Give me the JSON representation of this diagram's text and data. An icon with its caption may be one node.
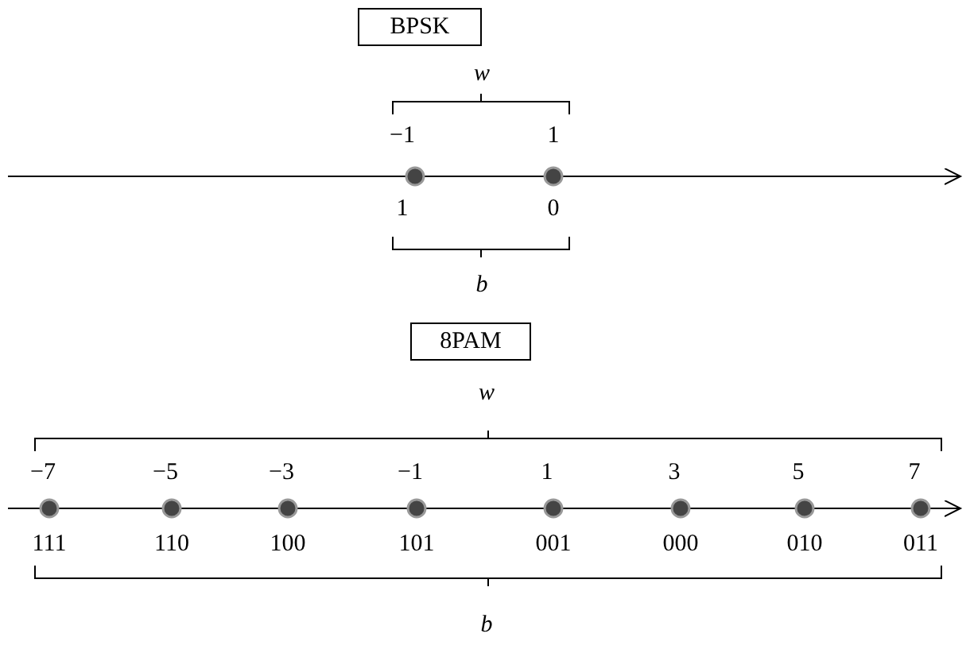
{
  "diagram": {
    "nodes": [
      {
        "text": [
          "BPSK"
        ]
      },
      {
        "text": [
          "8PAM"
        ]
      }
    ],
    "labels": [
      "w",
      "−1",
      "1",
      "1",
      "0",
      "b",
      "w",
      "−7",
      "−5",
      "−3",
      "−1",
      "1",
      "3",
      "5",
      "7",
      "111",
      "110",
      "100",
      "101",
      "001",
      "000",
      "010",
      "011",
      "b"
    ]
  }
}
